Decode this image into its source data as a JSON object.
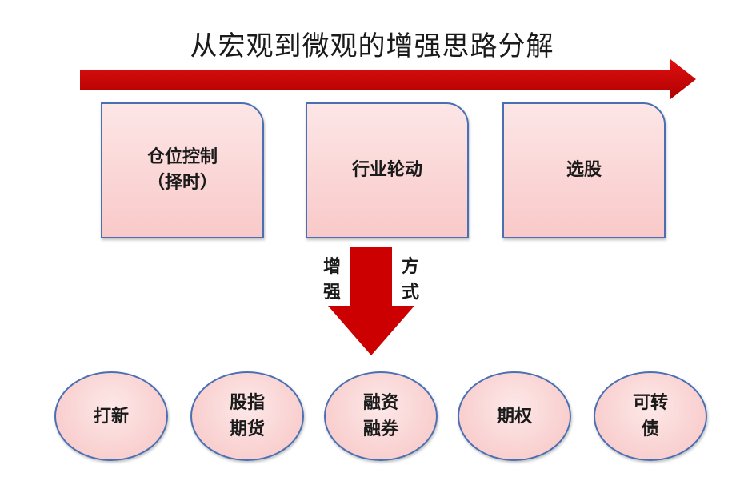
{
  "title": "从宏观到微观的增强思路分解",
  "levels": [
    {
      "label": "仓位控制\n（择时）"
    },
    {
      "label": "行业轮动"
    },
    {
      "label": "选股"
    }
  ],
  "arrow_left_label": "增强",
  "arrow_right_label": "方式",
  "methods": [
    {
      "label": "打新"
    },
    {
      "label": "股指\n期货"
    },
    {
      "label": "融资\n融券"
    },
    {
      "label": "期权"
    },
    {
      "label": "可转\n债"
    }
  ],
  "colors": {
    "arrow": "#cc0000",
    "box_border": "#4a6fb3",
    "box_fill": "#f9c9c9"
  }
}
